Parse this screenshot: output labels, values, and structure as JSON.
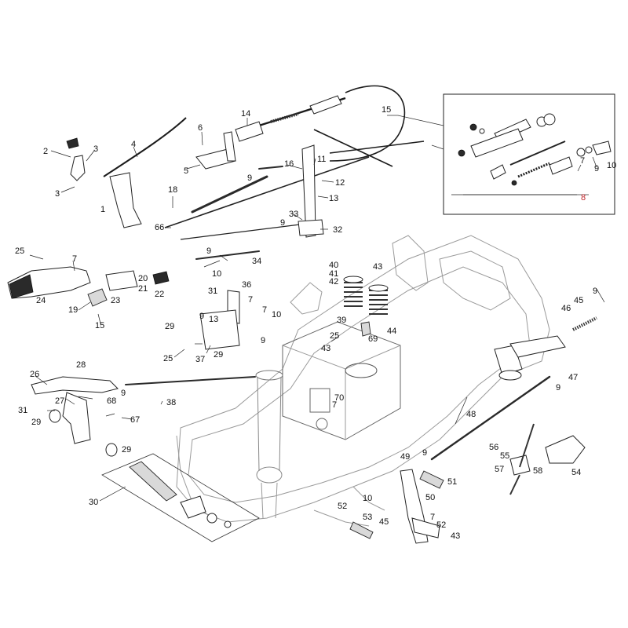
{
  "callouts": [
    {
      "id": "c1",
      "text": "1"
    },
    {
      "id": "c2",
      "text": "2"
    },
    {
      "id": "c3a",
      "text": "3"
    },
    {
      "id": "c3b",
      "text": "3"
    },
    {
      "id": "c4",
      "text": "4"
    },
    {
      "id": "c5",
      "text": "5"
    },
    {
      "id": "c6",
      "text": "6"
    },
    {
      "id": "c7a",
      "text": "7"
    },
    {
      "id": "c7b",
      "text": "7"
    },
    {
      "id": "c7c",
      "text": "7"
    },
    {
      "id": "c7d",
      "text": "7"
    },
    {
      "id": "c7e",
      "text": "7"
    },
    {
      "id": "c7f",
      "text": "7"
    },
    {
      "id": "c8",
      "text": "8",
      "accent": true
    },
    {
      "id": "c9a",
      "text": "9"
    },
    {
      "id": "c9b",
      "text": "9"
    },
    {
      "id": "c9c",
      "text": "9"
    },
    {
      "id": "c9d",
      "text": "9"
    },
    {
      "id": "c9e",
      "text": "9"
    },
    {
      "id": "c9f",
      "text": "9"
    },
    {
      "id": "c9g",
      "text": "9"
    },
    {
      "id": "c9h",
      "text": "9"
    },
    {
      "id": "c9i",
      "text": "9"
    },
    {
      "id": "c9j",
      "text": "9"
    },
    {
      "id": "c10a",
      "text": "10"
    },
    {
      "id": "c10b",
      "text": "10"
    },
    {
      "id": "c10c",
      "text": "10"
    },
    {
      "id": "c10d",
      "text": "10"
    },
    {
      "id": "c11",
      "text": "11"
    },
    {
      "id": "c12",
      "text": "12"
    },
    {
      "id": "c13a",
      "text": "13"
    },
    {
      "id": "c13b",
      "text": "13"
    },
    {
      "id": "c14",
      "text": "14"
    },
    {
      "id": "c15a",
      "text": "15"
    },
    {
      "id": "c15b",
      "text": "15"
    },
    {
      "id": "c16",
      "text": "16"
    },
    {
      "id": "c18",
      "text": "18"
    },
    {
      "id": "c19",
      "text": "19"
    },
    {
      "id": "c20",
      "text": "20"
    },
    {
      "id": "c21",
      "text": "21"
    },
    {
      "id": "c22",
      "text": "22"
    },
    {
      "id": "c23",
      "text": "23"
    },
    {
      "id": "c24",
      "text": "24"
    },
    {
      "id": "c25a",
      "text": "25"
    },
    {
      "id": "c25b",
      "text": "25"
    },
    {
      "id": "c25c",
      "text": "25"
    },
    {
      "id": "c26",
      "text": "26"
    },
    {
      "id": "c27",
      "text": "27"
    },
    {
      "id": "c28",
      "text": "28"
    },
    {
      "id": "c29a",
      "text": "29"
    },
    {
      "id": "c29b",
      "text": "29"
    },
    {
      "id": "c29c",
      "text": "29"
    },
    {
      "id": "c29d",
      "text": "29"
    },
    {
      "id": "c30",
      "text": "30"
    },
    {
      "id": "c31a",
      "text": "31"
    },
    {
      "id": "c31b",
      "text": "31"
    },
    {
      "id": "c32",
      "text": "32"
    },
    {
      "id": "c33",
      "text": "33"
    },
    {
      "id": "c34",
      "text": "34"
    },
    {
      "id": "c36",
      "text": "36"
    },
    {
      "id": "c37",
      "text": "37"
    },
    {
      "id": "c38",
      "text": "38"
    },
    {
      "id": "c39",
      "text": "39"
    },
    {
      "id": "c40",
      "text": "40"
    },
    {
      "id": "c41",
      "text": "41"
    },
    {
      "id": "c42",
      "text": "42"
    },
    {
      "id": "c43a",
      "text": "43"
    },
    {
      "id": "c43b",
      "text": "43"
    },
    {
      "id": "c43c",
      "text": "43"
    },
    {
      "id": "c44",
      "text": "44"
    },
    {
      "id": "c45a",
      "text": "45"
    },
    {
      "id": "c45b",
      "text": "45"
    },
    {
      "id": "c46",
      "text": "46"
    },
    {
      "id": "c47",
      "text": "47"
    },
    {
      "id": "c48",
      "text": "48"
    },
    {
      "id": "c49",
      "text": "49"
    },
    {
      "id": "c50",
      "text": "50"
    },
    {
      "id": "c51",
      "text": "51"
    },
    {
      "id": "c52a",
      "text": "52"
    },
    {
      "id": "c52b",
      "text": "52"
    },
    {
      "id": "c53",
      "text": "53"
    },
    {
      "id": "c54",
      "text": "54"
    },
    {
      "id": "c55",
      "text": "55"
    },
    {
      "id": "c56",
      "text": "56"
    },
    {
      "id": "c57",
      "text": "57"
    },
    {
      "id": "c58",
      "text": "58"
    },
    {
      "id": "c66",
      "text": "66"
    },
    {
      "id": "c67",
      "text": "67"
    },
    {
      "id": "c68",
      "text": "68"
    },
    {
      "id": "c69",
      "text": "69"
    },
    {
      "id": "c70",
      "text": "70"
    }
  ],
  "colors": {
    "ink": "#111111",
    "accent": "#c0282d",
    "frame_grey": "#9a9a9a"
  }
}
